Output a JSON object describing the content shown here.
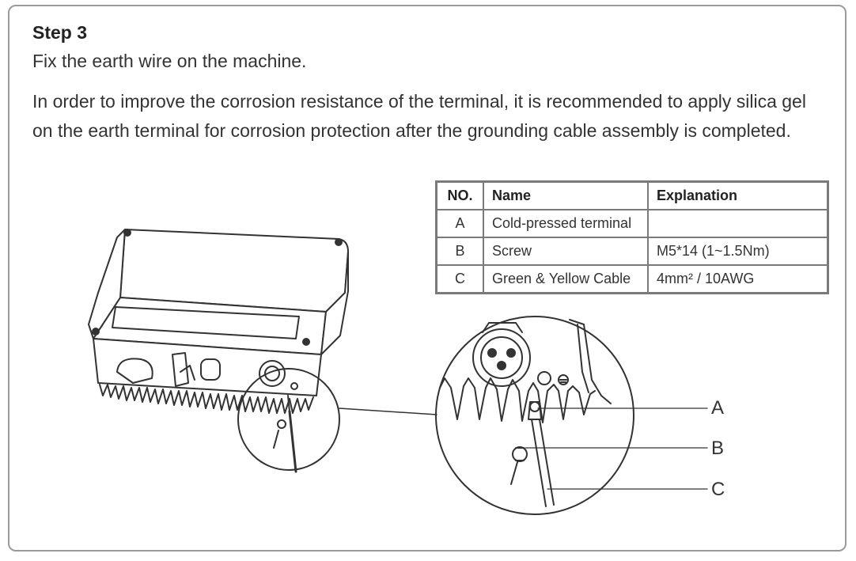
{
  "step": {
    "title": "Step 3",
    "instruction": "Fix the earth wire on the machine.",
    "note": "In order to improve the corrosion resistance of the terminal, it is recommended to apply silica gel on the earth terminal for corrosion protection after the grounding cable assembly is completed."
  },
  "table": {
    "headers": [
      "NO.",
      "Name",
      "Explanation"
    ],
    "rows": [
      {
        "no": "A",
        "name": "Cold-pressed terminal",
        "explanation": ""
      },
      {
        "no": "B",
        "name": "Screw",
        "explanation": "M5*14  (1~1.5Nm)"
      },
      {
        "no": "C",
        "name": "Green & Yellow Cable",
        "explanation": "4mm² / 10AWG"
      }
    ]
  },
  "callouts": {
    "a": "A",
    "b": "B",
    "c": "C"
  }
}
